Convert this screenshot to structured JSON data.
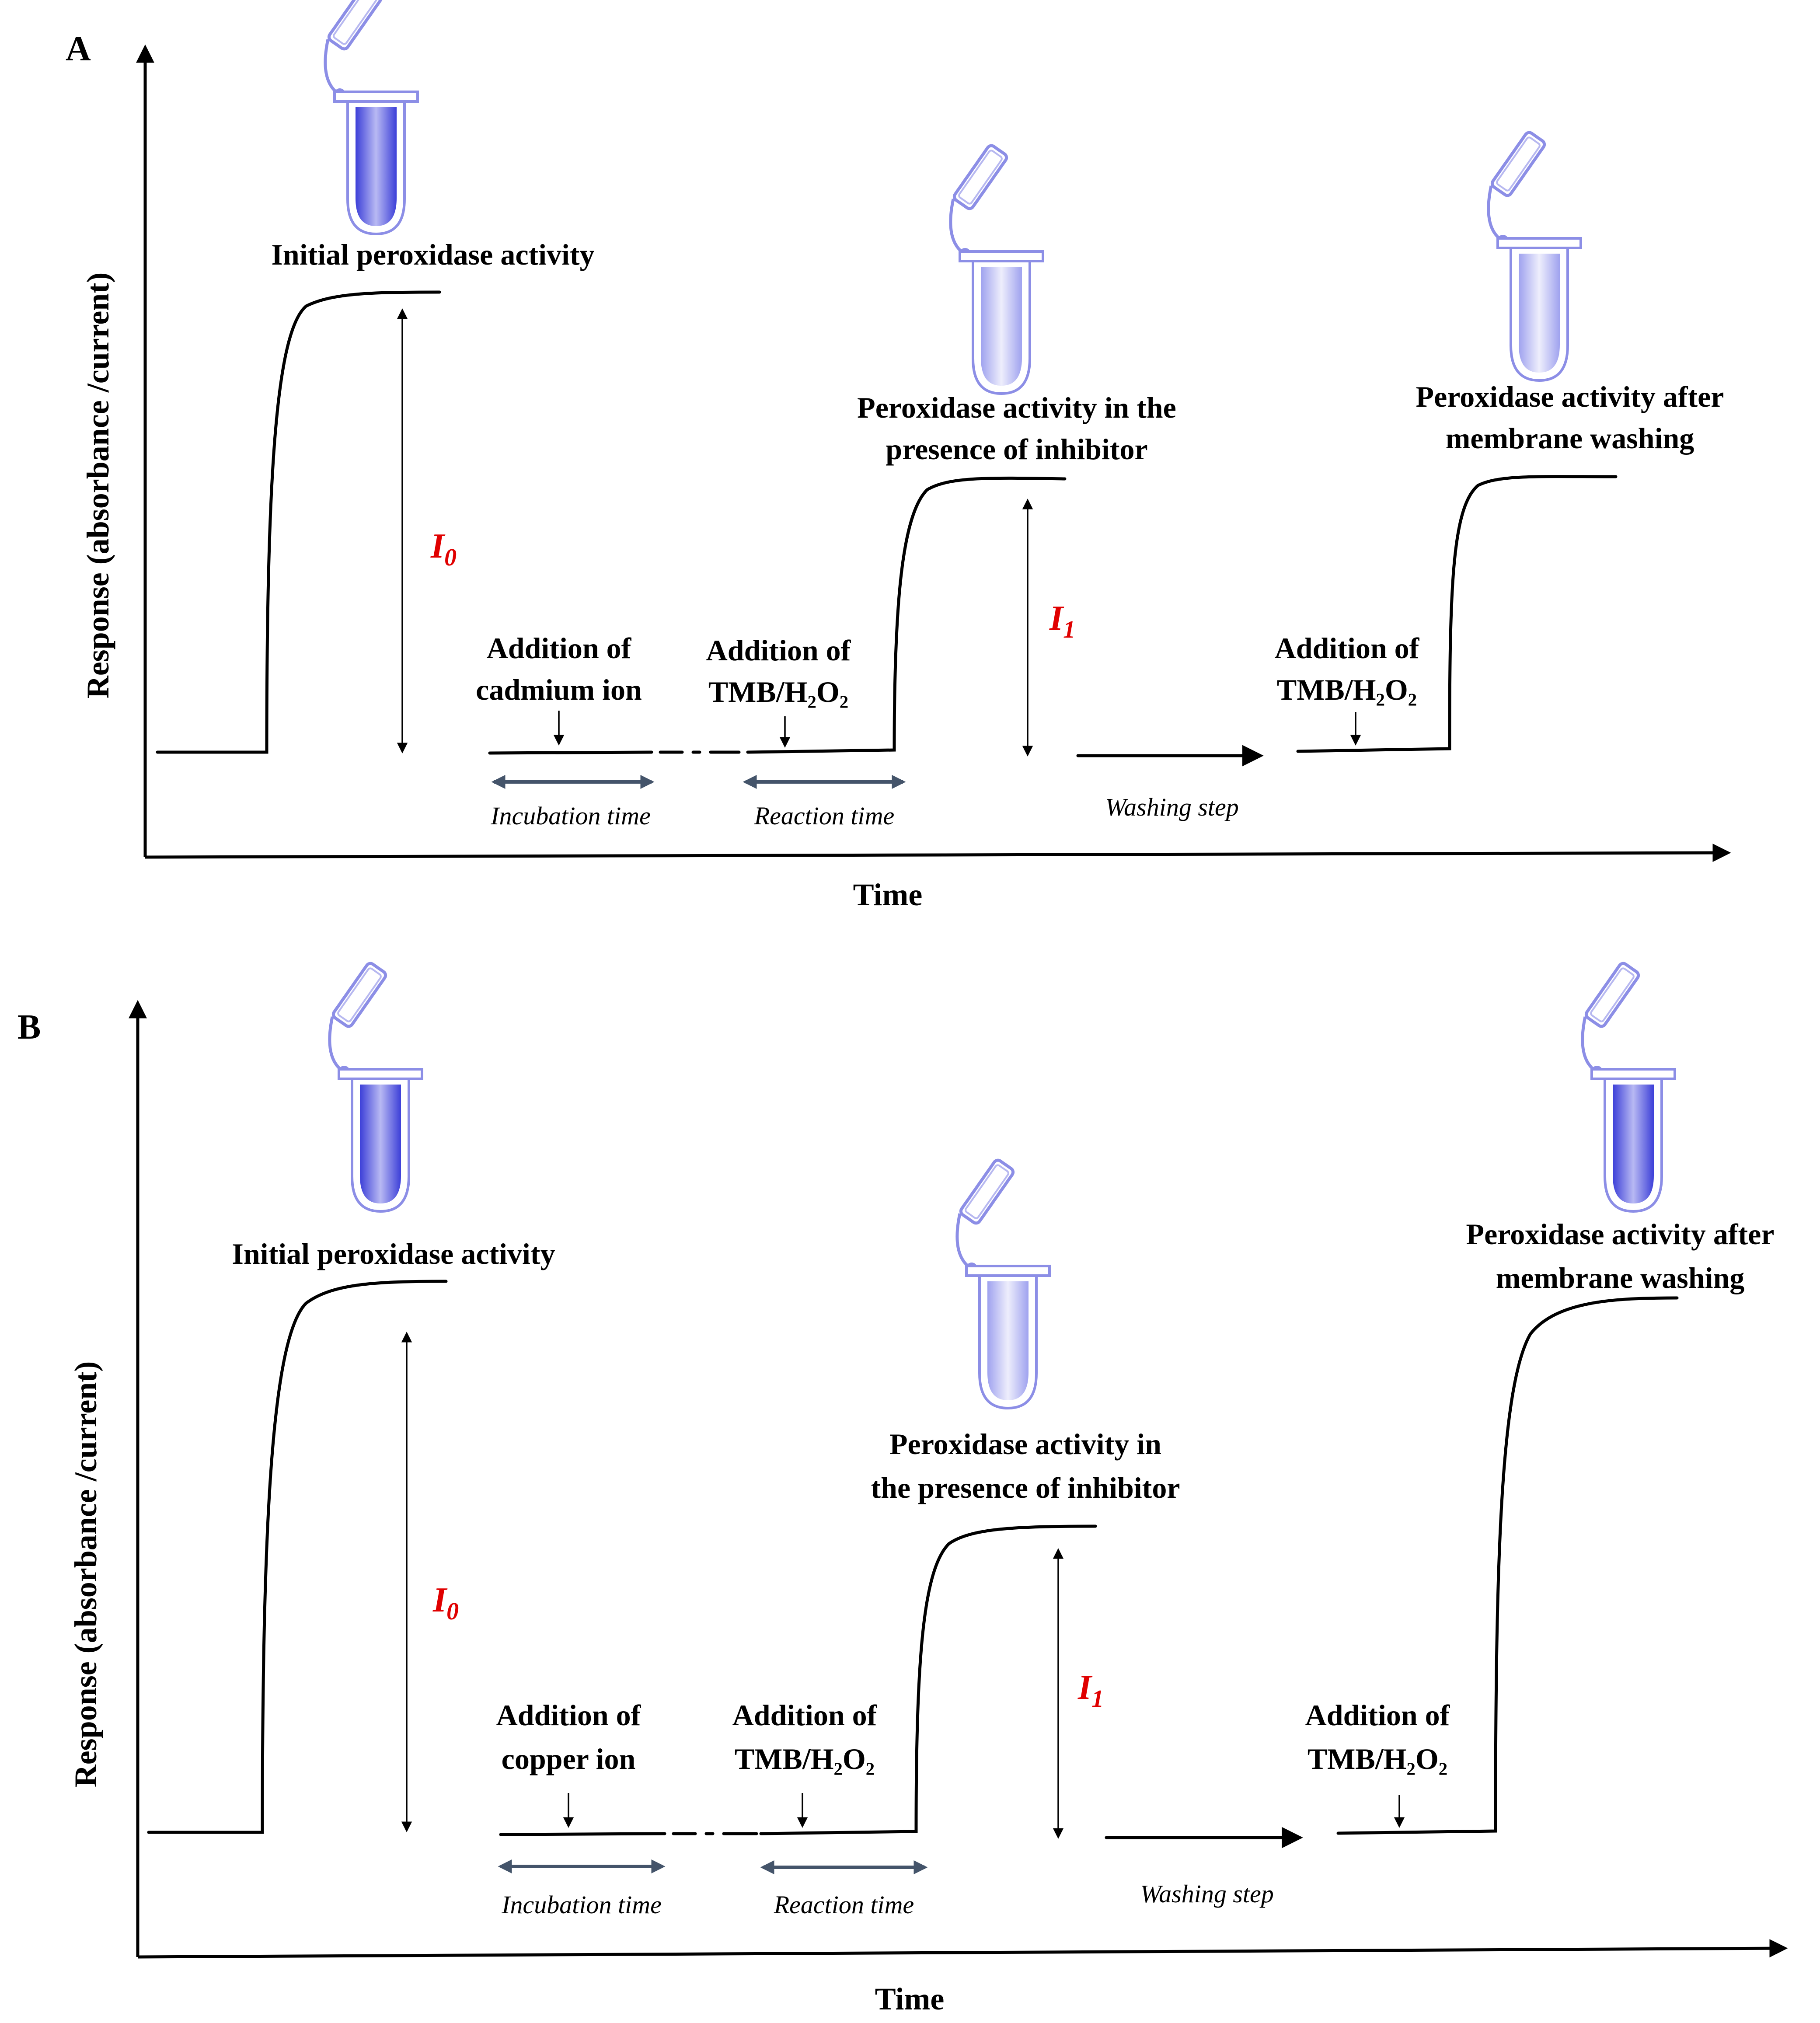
{
  "colors": {
    "tube_dark": "#4a4fe0",
    "tube_light": "#a9abf2",
    "tube_outline": "#8c8ee6",
    "variable_red": "#e00000",
    "timeline_arrow": "#44546a"
  },
  "panels": [
    {
      "letter": "A",
      "y_axis_label": "Response  (absorbance /current)",
      "x_axis_label": "Time",
      "initial_label": "Initial peroxidase activity",
      "inhibited_label_1": "Peroxidase activity in the",
      "inhibited_label_2": "presence of inhibitor",
      "washed_label_1": "Peroxidase activity after",
      "washed_label_2": "membrane washing",
      "ion_label_1": "Addition of",
      "ion_label_2": "cadmium ion",
      "tmb_label_1": "Addition of",
      "tmb_label_2": "TMB/H₂O₂",
      "tmb2_label_1": "Addition of",
      "tmb2_label_2": "TMB/H₂O₂",
      "incubation": "Incubation time",
      "reaction": "Reaction time",
      "washing": "Washing step",
      "i0_var": "I",
      "i0_sub": "0",
      "i1_var": "I",
      "i1_sub": "1",
      "tubes": [
        "dark",
        "light",
        "light"
      ]
    },
    {
      "letter": "B",
      "y_axis_label": "Response  (absorbance /current)",
      "x_axis_label": "Time",
      "initial_label": "Initial peroxidase activity",
      "inhibited_label_1": "Peroxidase activity in",
      "inhibited_label_2": "the presence of inhibitor",
      "washed_label_1": "Peroxidase activity after",
      "washed_label_2": "membrane washing",
      "ion_label_1": "Addition of",
      "ion_label_2": "copper ion",
      "tmb_label_1": "Addition of",
      "tmb_label_2": "TMB/H₂O₂",
      "tmb2_label_1": "Addition of",
      "tmb2_label_2": "TMB/H₂O₂",
      "incubation": "Incubation time",
      "reaction": "Reaction time",
      "washing": "Washing step",
      "i0_var": "I",
      "i0_sub": "0",
      "i1_var": "I",
      "i1_sub": "1",
      "tubes": [
        "dark",
        "light",
        "dark"
      ]
    }
  ]
}
